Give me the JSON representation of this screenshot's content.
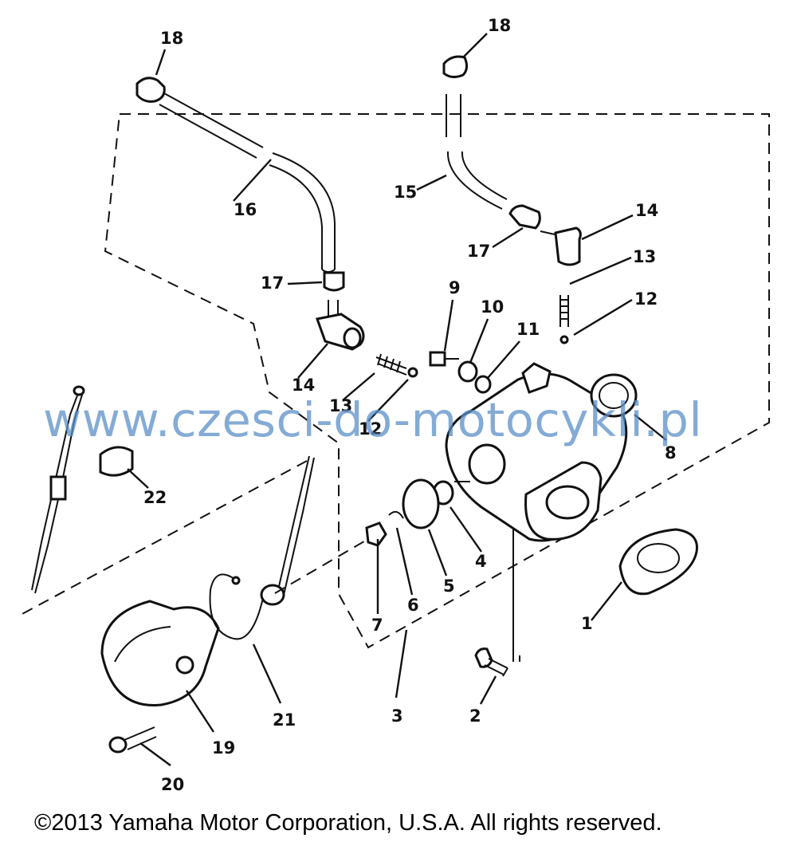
{
  "diagram": {
    "labels": {
      "p1": "1",
      "p2": "2",
      "p3": "3",
      "p4": "4",
      "p5": "5",
      "p6": "6",
      "p7": "7",
      "p8": "8",
      "p9": "9",
      "p10": "10",
      "p11": "11",
      "p12a": "12",
      "p12b": "12",
      "p13a": "13",
      "p13b": "13",
      "p14a": "14",
      "p14b": "14",
      "p15": "15",
      "p16": "16",
      "p17a": "17",
      "p17b": "17",
      "p18a": "18",
      "p18b": "18",
      "p19": "19",
      "p20": "20",
      "p21": "21",
      "p22": "22"
    }
  },
  "watermark": "www.czesci-do-motocykli.pl",
  "copyright": "©2013 Yamaha Motor Corporation, U.S.A. All rights reserved."
}
